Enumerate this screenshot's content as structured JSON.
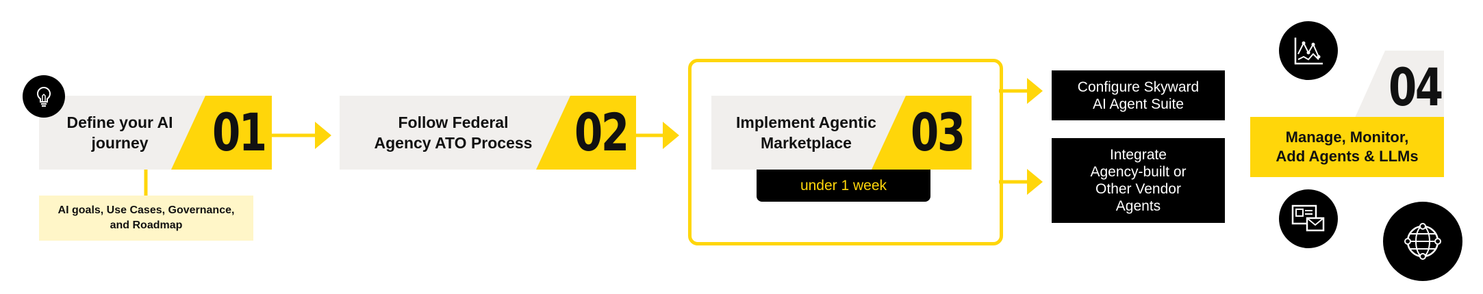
{
  "colors": {
    "accent": "#ffd60a",
    "light_accent": "#fff6c8",
    "box_gray": "#f1efed",
    "black": "#000000",
    "white": "#ffffff"
  },
  "steps": [
    {
      "number": "01",
      "title": "Define your AI\njourney",
      "icon": "lightbulb-icon"
    },
    {
      "number": "02",
      "title": "Follow Federal\nAgency ATO Process"
    },
    {
      "number": "03",
      "title": "Implement Agentic\nMarketplace",
      "duration": "under 1 week"
    },
    {
      "number": "04",
      "title": "Manage, Monitor,\nAdd Agents & LLMs"
    }
  ],
  "step1_note": "AI goals, Use Cases, Governance,\nand Roadmap",
  "options": [
    "Configure Skyward\nAI Agent Suite",
    "Integrate\nAgency-built or\nOther Vendor\nAgents"
  ],
  "icons": [
    "lightbulb-icon",
    "line-chart-icon",
    "id-card-mail-icon",
    "globe-network-icon"
  ]
}
